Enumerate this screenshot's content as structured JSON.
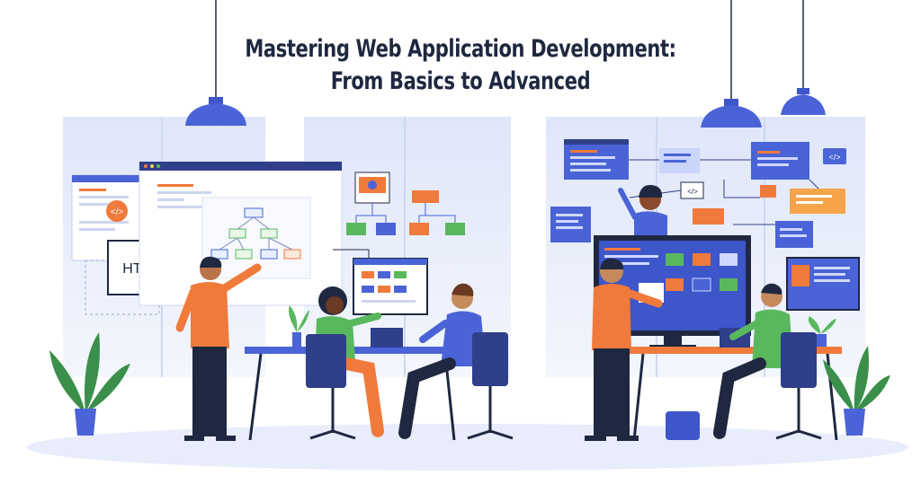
{
  "title": {
    "line1": "Mastering Web Application Development:",
    "line2": "From Basics to Advanced"
  },
  "labels": {
    "html_card": "HTML",
    "code_tag": "</>"
  },
  "colors": {
    "title": "#1f2840",
    "accent_blue": "#4a63d6",
    "accent_orange": "#f07a3c",
    "accent_green": "#59b85e",
    "skin_dark": "#6b3a22",
    "floor": "#e8ecfb"
  }
}
